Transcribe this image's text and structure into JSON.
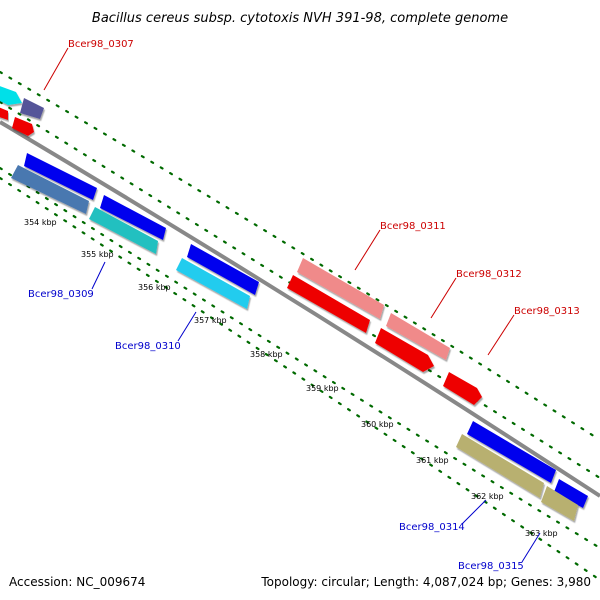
{
  "map": {
    "title": "Bacillus cereus subsp. cytotoxis NVH 391-98, complete genome",
    "accession": "Accession: NC_009674",
    "topology": "Topology: circular; Length: 4,087,024 bp; Genes: 3,980"
  },
  "ticks": [
    "354 kbp",
    "355 kbp",
    "356 kbp",
    "357 kbp",
    "358 kbp",
    "359 kbp",
    "360 kbp",
    "361 kbp",
    "362 kbp",
    "363 kbp"
  ],
  "labels": {
    "l307": "Bcer98_0307",
    "l309": "Bcer98_0309",
    "l310": "Bcer98_0310",
    "l311": "Bcer98_0311",
    "l312": "Bcer98_0312",
    "l313": "Bcer98_0313",
    "l314": "Bcer98_0314",
    "l315": "Bcer98_0315"
  },
  "colors": {
    "backbone": "#888888",
    "dots": "#006a00",
    "forward_label": "#cc0000",
    "reverse_label": "#0000cc",
    "blue": "#0000ee",
    "steel": "#4a78b0",
    "teal": "#20c0c0",
    "cyan": "#22ccee",
    "salmon": "#f08a8a",
    "red": "#ee0000",
    "olive": "#b8b070",
    "navy": "#555599"
  }
}
